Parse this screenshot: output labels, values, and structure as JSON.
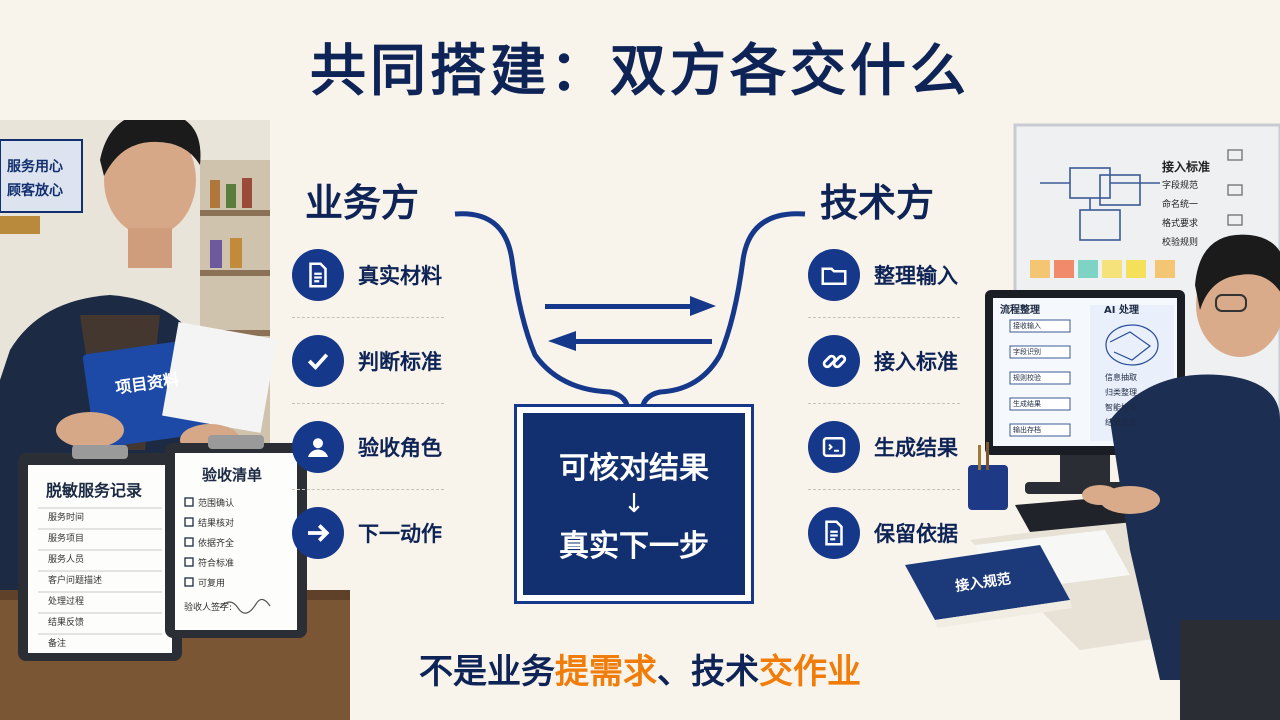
{
  "title": "共同搭建：双方各交什么",
  "business": {
    "heading": "业务方",
    "items": [
      {
        "label": "真实材料",
        "icon": "document-icon"
      },
      {
        "label": "判断标准",
        "icon": "check-icon"
      },
      {
        "label": "验收角色",
        "icon": "user-icon"
      },
      {
        "label": "下一动作",
        "icon": "arrow-right-icon"
      }
    ]
  },
  "tech": {
    "heading": "技术方",
    "items": [
      {
        "label": "整理输入",
        "icon": "folder-icon"
      },
      {
        "label": "接入标准",
        "icon": "link-icon"
      },
      {
        "label": "生成结果",
        "icon": "terminal-icon"
      },
      {
        "label": "保留依据",
        "icon": "document-icon"
      }
    ]
  },
  "result": {
    "line1": "可核对结果",
    "arrow": "↓",
    "line2": "真实下一步"
  },
  "bottom": {
    "part1": "不是业务",
    "hl1": "提需求",
    "part2": "、技术",
    "hl2": "交作业"
  },
  "scene_left": {
    "store_sign": [
      "服务用心",
      "顾客放心"
    ],
    "folder_label": "项目资料",
    "record_board": {
      "title": "脱敏服务记录",
      "rows": [
        "服务时间",
        "服务项目",
        "服务人员",
        "客户问题描述",
        "处理过程",
        "结果反馈",
        "备注"
      ]
    },
    "checklist_board": {
      "title": "验收清单",
      "items": [
        "范围确认",
        "结果核对",
        "依据齐全",
        "符合标准",
        "可复用"
      ],
      "sign": "验收人签字:"
    }
  },
  "scene_right": {
    "whiteboard_title": "接入标准",
    "whiteboard_items": [
      "字段规范",
      "命名统一",
      "格式要求",
      "校验规则"
    ],
    "monitor_left_title": "流程整理",
    "monitor_flow": [
      "接收输入",
      "字段识别",
      "规则校验",
      "生成结果",
      "输出存档"
    ],
    "monitor_right_title": "AI 处理",
    "monitor_ai_items": [
      "信息抽取",
      "归类整理",
      "智能校验",
      "结果生成"
    ],
    "book_label": "接入规范"
  },
  "colors": {
    "navy": "#0f2456",
    "accent": "#16388a",
    "highlight": "#f07d0a",
    "background": "#f8f4ec"
  }
}
